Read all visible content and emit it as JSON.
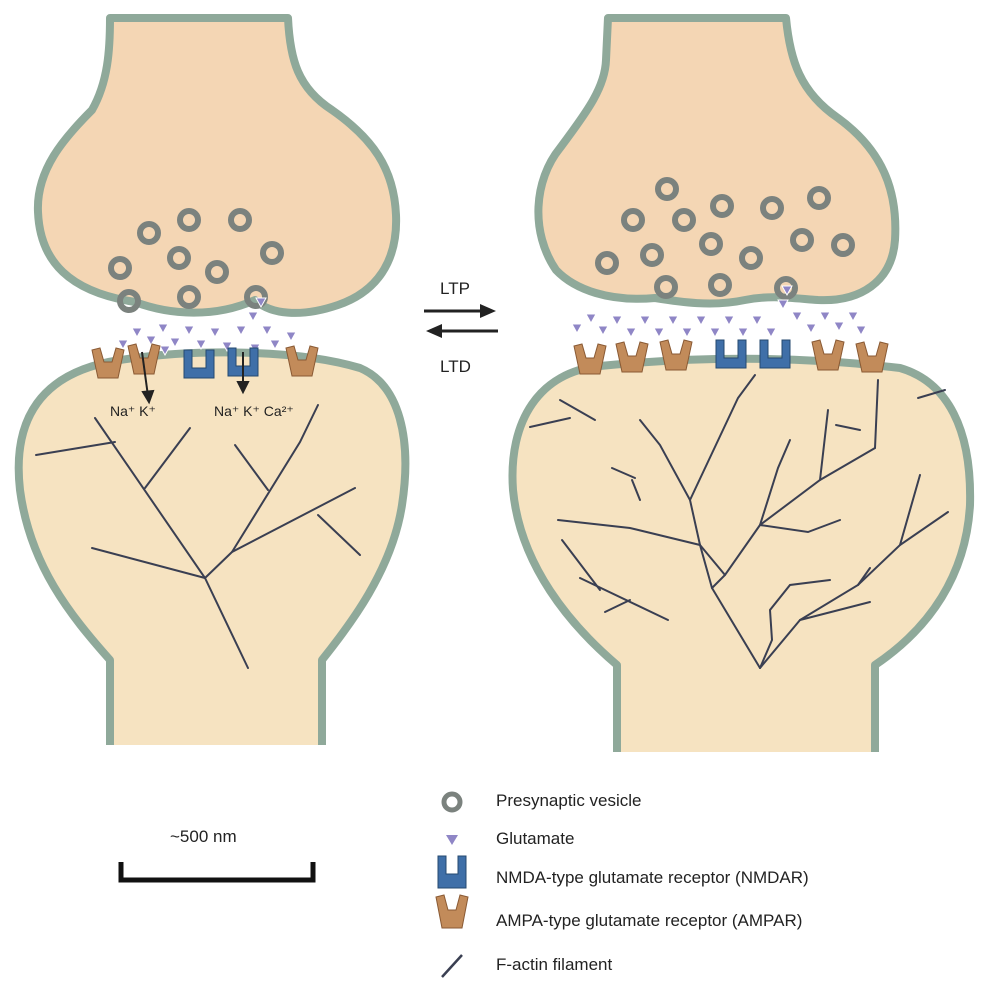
{
  "arrows": {
    "ltp": "LTP",
    "ltd": "LTD"
  },
  "ions": {
    "ampa_ions": "Na⁺ K⁺",
    "nmda_ions": "Na⁺ K⁺ Ca²⁺"
  },
  "scale": {
    "label": "~500 nm"
  },
  "legend": {
    "vesicle": "Presynaptic vesicle",
    "glutamate": "Glutamate",
    "nmdar": "NMDA-type glutamate receptor (NMDAR)",
    "ampar": "AMPA-type glutamate receptor (AMPAR)",
    "factin": "F-actin filament"
  },
  "colors": {
    "membrane": "#8fa99a",
    "presynaptic_fill": "#f4d6b4",
    "postsynaptic_fill": "#f6e3c1",
    "vesicle": "#7b827e",
    "glutamate": "#8f86c6",
    "nmdar": "#3f6fa8",
    "ampar": "#c28b5a",
    "actin": "#3a3f52"
  }
}
